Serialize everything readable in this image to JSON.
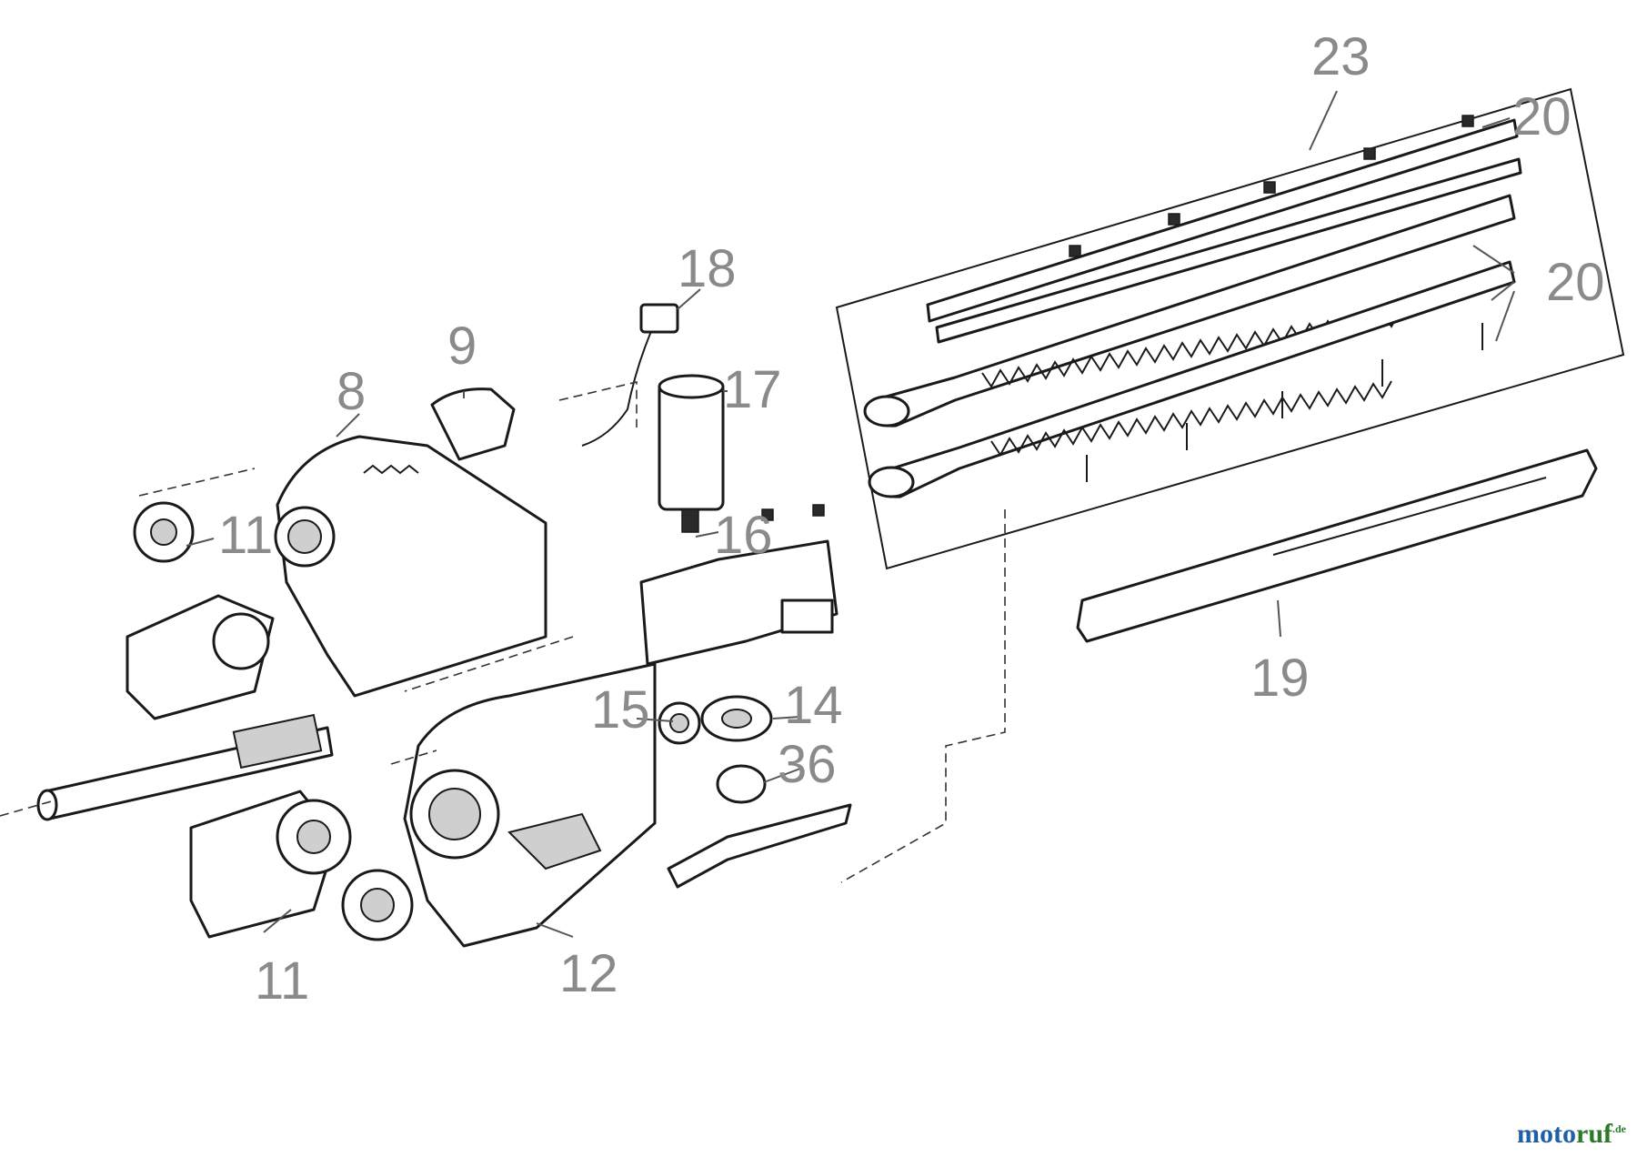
{
  "callouts": {
    "c23": "23",
    "c20a": "20",
    "c20b": "20",
    "c18": "18",
    "c17": "17",
    "c16": "16",
    "c9": "9",
    "c8": "8",
    "c11a": "11",
    "c11b": "11",
    "c15": "15",
    "c14": "14",
    "c36": "36",
    "c12": "12",
    "c19": "19"
  },
  "brand": {
    "main": "moto",
    "accent": "ruf",
    "suffix": ".de"
  },
  "colors": {
    "callout": "#8a8a8a",
    "line": "#1a1a1a",
    "brand_blue": "#1f5fa8",
    "brand_green": "#2a7a2a"
  }
}
